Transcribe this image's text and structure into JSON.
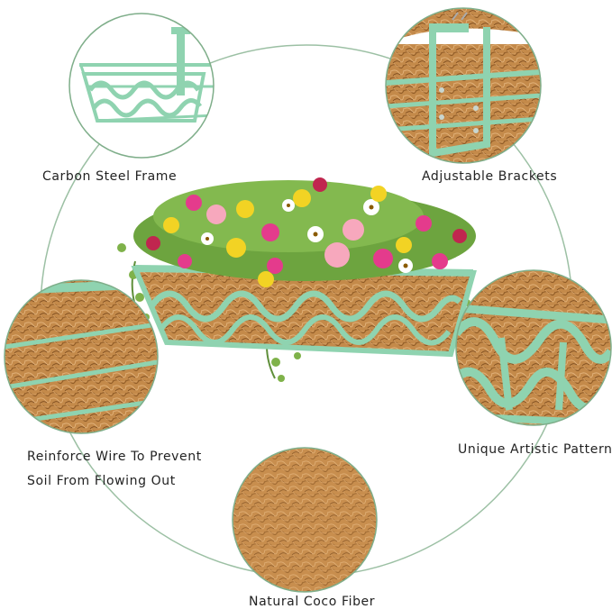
{
  "colors": {
    "frame_green": "#8fd3b0",
    "frame_dark": "#6fbf98",
    "coco": "#c48a4a",
    "coco_dark": "#8e5a26",
    "coco_light": "#e2b27a",
    "ring": "#7fae8a",
    "connector": "#9cc0a4"
  },
  "features": {
    "carbon_steel_frame": "Carbon Steel Frame",
    "adjustable_brackets": "Adjustable Brackets",
    "reinforce_wire_line1": "Reinforce Wire To Prevent",
    "reinforce_wire_line2": "Soil From Flowing Out",
    "unique_artistic_pattern": "Unique Artistic Pattern",
    "natural_coco_fiber": "Natural Coco Fiber"
  }
}
